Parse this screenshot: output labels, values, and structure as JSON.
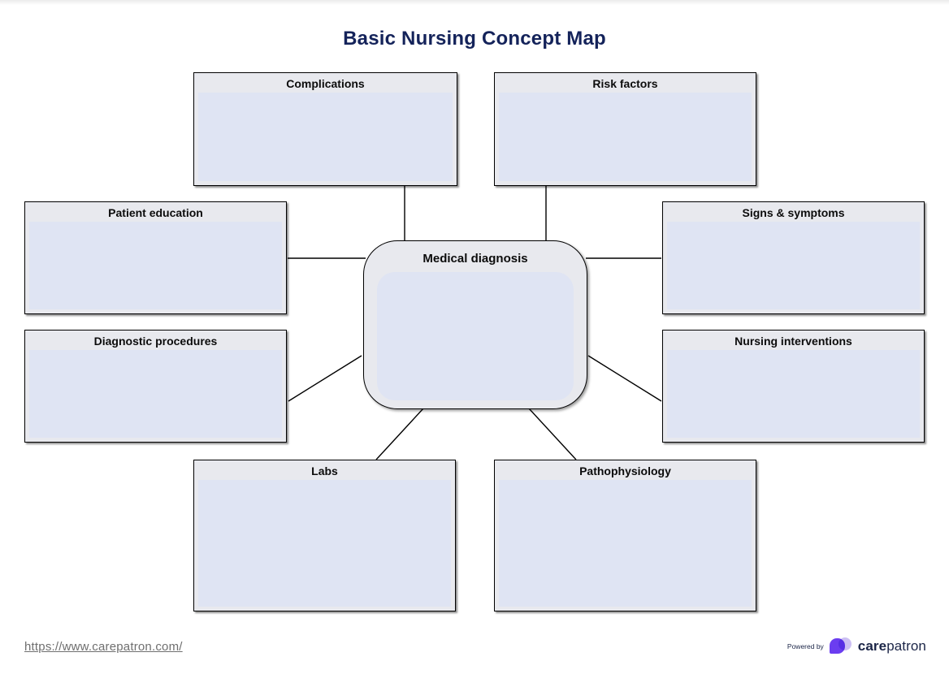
{
  "page": {
    "title": "Basic Nursing Concept Map",
    "footer_url": "https://www.carepatron.com/",
    "powered_by": "Powered by",
    "brand_bold": "care",
    "brand_regular": "patron"
  },
  "colors": {
    "title_text": "#14235a",
    "box_border": "#000000",
    "box_header_bg": "#e8e9ee",
    "box_body_bg": "#dfe4f3",
    "connector": "#000000",
    "link": "#6f6f6f",
    "brand_purple": "#6b3df0",
    "brand_lavender": "#c9bcf3",
    "brand_text": "#1b2547"
  },
  "map": {
    "center": {
      "label": "Medical diagnosis"
    },
    "nodes": [
      {
        "id": "complications",
        "label": "Complications"
      },
      {
        "id": "risk-factors",
        "label": "Risk factors"
      },
      {
        "id": "patient-education",
        "label": "Patient education"
      },
      {
        "id": "signs-symptoms",
        "label": "Signs & symptoms"
      },
      {
        "id": "diagnostic-procedures",
        "label": "Diagnostic procedures"
      },
      {
        "id": "nursing-interventions",
        "label": "Nursing interventions"
      },
      {
        "id": "labs",
        "label": "Labs"
      },
      {
        "id": "pathophysiology",
        "label": "Pathophysiology"
      }
    ]
  }
}
